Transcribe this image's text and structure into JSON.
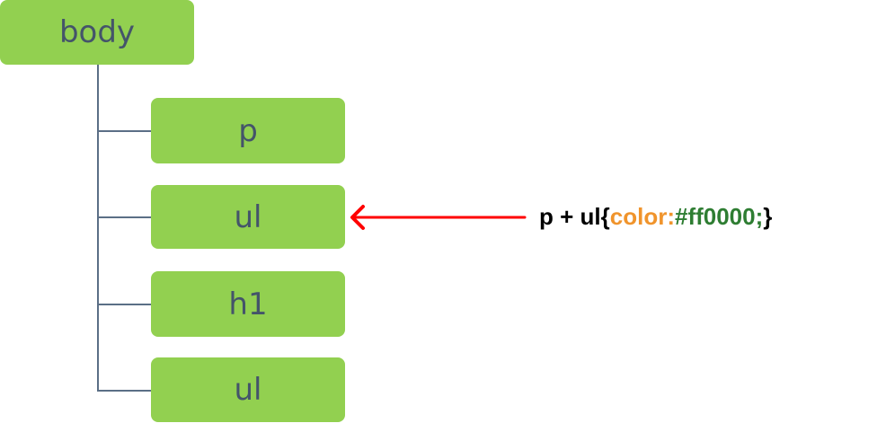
{
  "tree": {
    "root": "body",
    "children": [
      "p",
      "ul",
      "h1",
      "ul"
    ]
  },
  "rule": {
    "selector": "p + ul",
    "open_brace": "{",
    "property": "color:",
    "value": "#ff0000;",
    "close_brace": "}"
  },
  "colors": {
    "node_fill": "#92d050",
    "node_text": "#44546a",
    "arrow": "#ff0000",
    "property_text": "#f0942c",
    "value_text": "#2e7d32",
    "selector_text": "#000000"
  }
}
